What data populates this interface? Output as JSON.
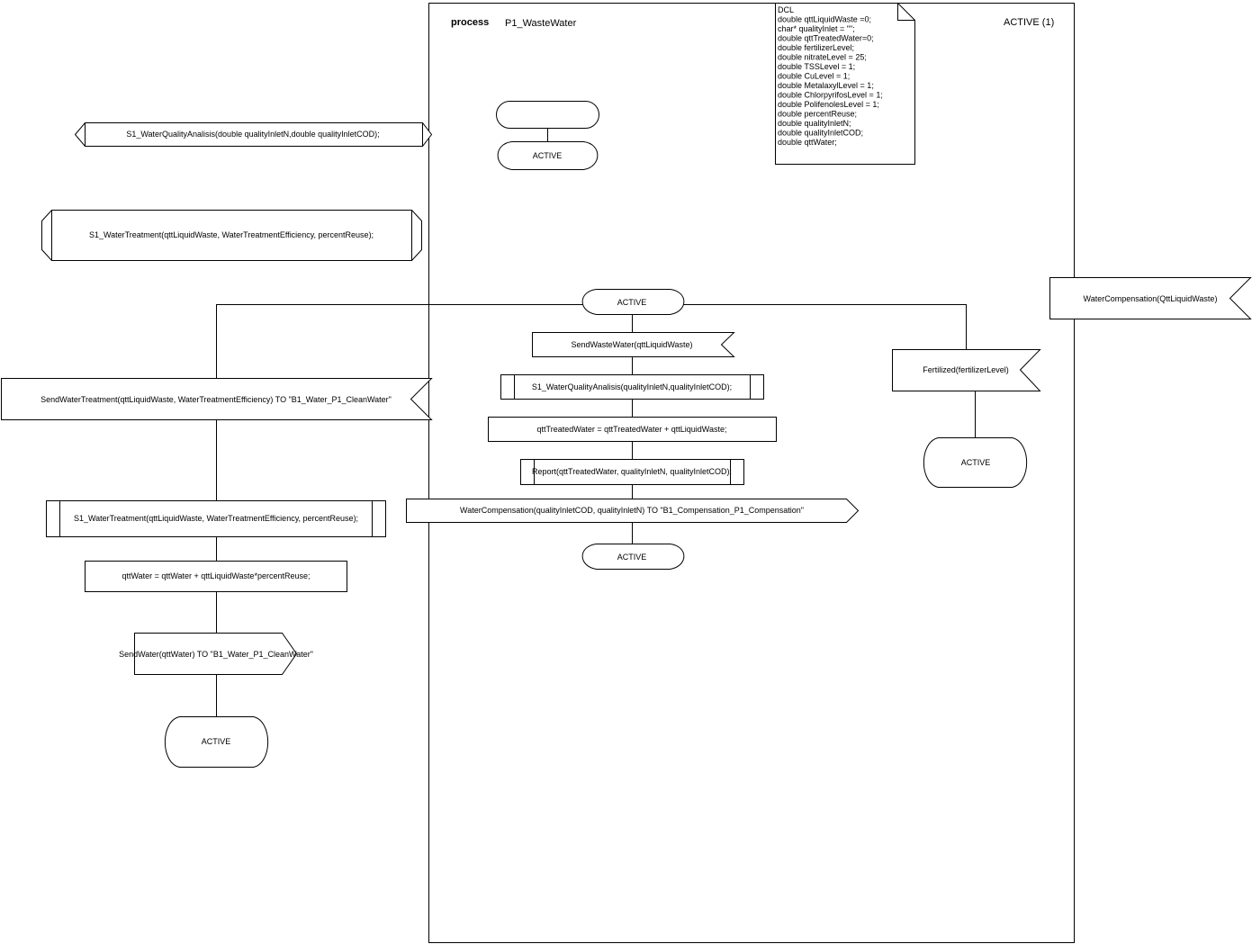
{
  "frame": {
    "keyword": "process",
    "name": "P1_WasteWater",
    "page_label": "ACTIVE (1)"
  },
  "dcl": [
    "DCL",
    "double qttLiquidWaste =0;",
    "char* qualityInlet = \"\";",
    "double qttTreatedWater=0;",
    "double fertilizerLevel;",
    "double nitrateLevel = 25;",
    "double TSSLevel = 1;",
    "double CuLevel = 1;",
    "double MetalaxylLevel = 1;",
    "double ChlorpyrifosLevel = 1;",
    "double PolifenolesLevel = 1;",
    "double percentReuse;",
    "double qualityInletN;",
    "double qualityInletCOD;",
    "double qttWater;"
  ],
  "procedure_decls": {
    "quality": "S1_WaterQualityAnalisis(double qualityInletN,double qualityInletCOD);",
    "treatment": "S1_WaterTreatment(qttLiquidWaste, WaterTreatmentEfficiency, percentReuse);"
  },
  "start": {
    "first_state": "ACTIVE"
  },
  "main": {
    "state": "ACTIVE",
    "input": "SendWasteWater(qttLiquidWaste)",
    "call": "S1_WaterQualityAnalisis(qualityInletN,qualityInletCOD);",
    "task": "qttTreatedWater = qttTreatedWater + qttLiquidWaste;",
    "report": "Report(qttTreatedWater, qualityInletN, qualityInletCOD);",
    "output": "WaterCompensation(qualityInletCOD, qualityInletN) TO \"B1_Compensation_P1_Compensation\"",
    "next_state": "ACTIVE"
  },
  "left_branch": {
    "input": "SendWaterTreatment(qttLiquidWaste, WaterTreatmentEfficiency) TO \"B1_Water_P1_CleanWater\"",
    "call": "S1_WaterTreatment(qttLiquidWaste, WaterTreatmentEfficiency, percentReuse);",
    "task": "qttWater = qttWater + qttLiquidWaste*percentReuse;",
    "output": "SendWater(qttWater) TO \"B1_Water_P1_CleanWater\"",
    "next_state": "ACTIVE"
  },
  "right_branch": {
    "input": "Fertilized(fertilizerLevel)",
    "next_state": "ACTIVE"
  },
  "external_signal": "WaterCompensation(QttLiquidWaste)"
}
